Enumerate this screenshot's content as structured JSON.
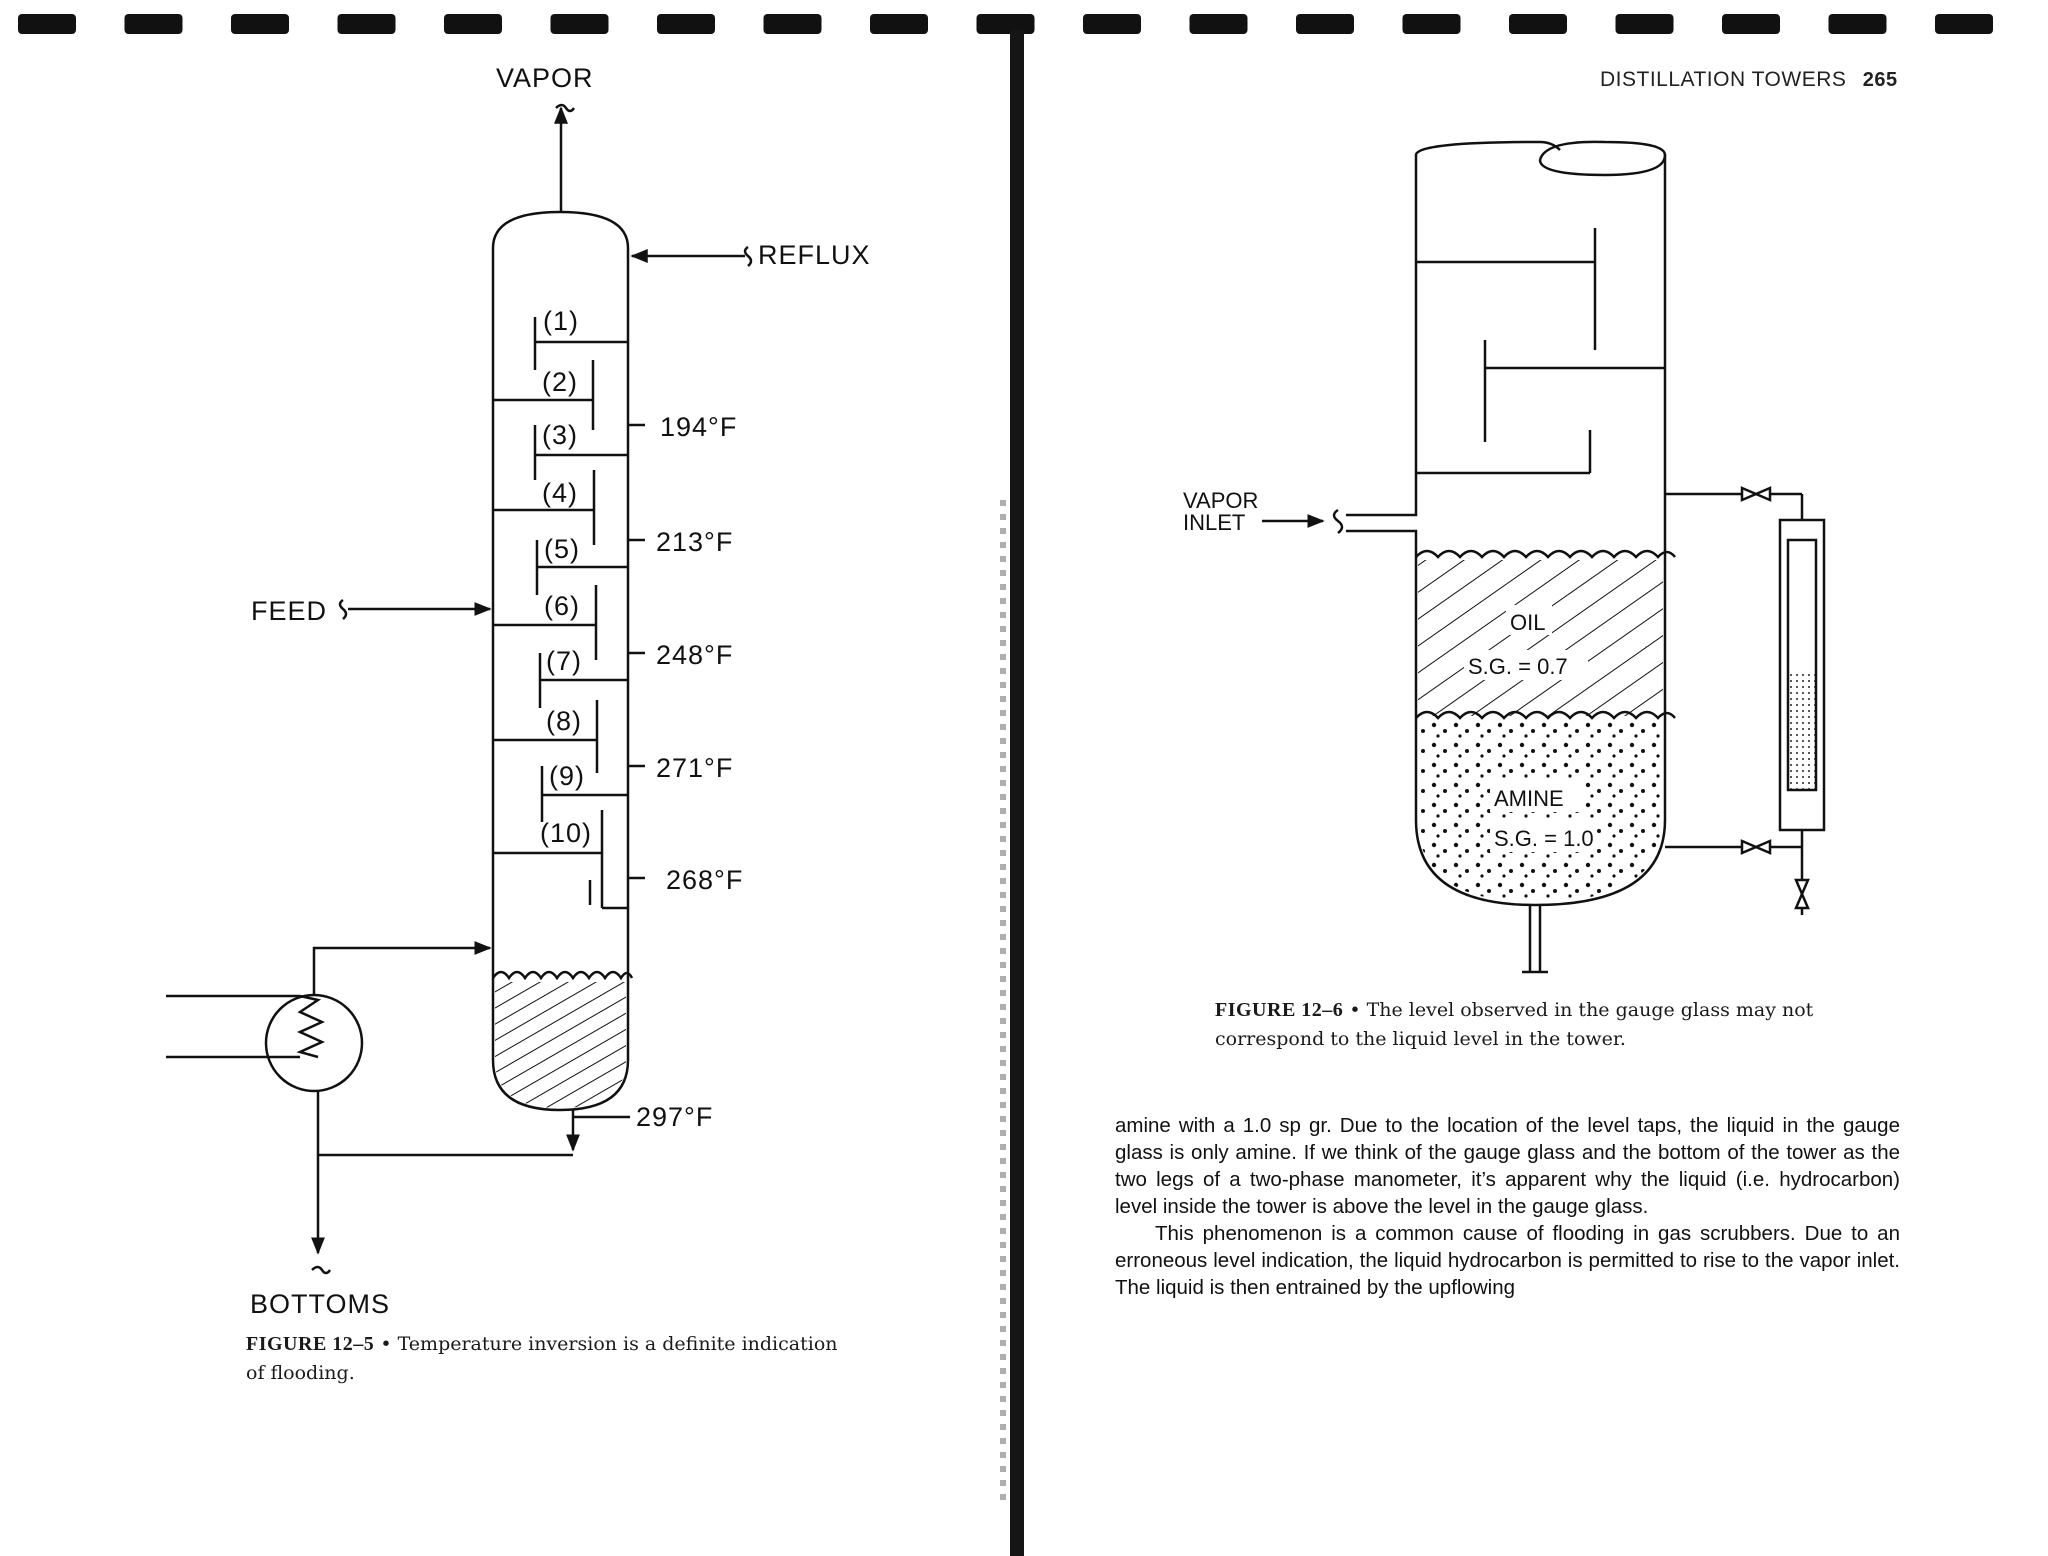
{
  "left_page": {
    "figure": {
      "labels": {
        "vapor": "VAPOR",
        "reflux": "REFLUX",
        "feed": "FEED",
        "bottoms": "BOTTOMS"
      },
      "trays": [
        "(1)",
        "(2)",
        "(3)",
        "(4)",
        "(5)",
        "(6)",
        "(7)",
        "(8)",
        "(9)",
        "(10)"
      ],
      "temperatures": [
        "194°F",
        "213°F",
        "248°F",
        "271°F",
        "268°F",
        "297°F"
      ]
    },
    "caption": {
      "number": "FIGURE 12–5",
      "separator": "•",
      "text": "Temperature inversion is a definite indication of flooding."
    }
  },
  "right_page": {
    "running_head": {
      "title": "DISTILLATION TOWERS",
      "page_number": "265"
    },
    "figure": {
      "labels": {
        "vapor_inlet_1": "VAPOR",
        "vapor_inlet_2": "INLET",
        "oil": "OIL",
        "oil_sg": "S.G. = 0.7",
        "amine": "AMINE",
        "amine_sg": "S.G. = 1.0"
      }
    },
    "caption": {
      "number": "FIGURE 12–6",
      "separator": "•",
      "text": "The level observed in the gauge glass may not correspond to the liquid level in the tower."
    },
    "body": {
      "paragraph_1": "amine with a 1.0 sp gr. Due to the location of the level taps, the liquid in the gauge glass is only amine. If we think of the gauge glass and the bottom of the tower as the two legs of a two-phase manometer, it’s apparent why the liquid (i.e. hydrocarbon) level inside the tower is above the level in the gauge glass.",
      "paragraph_2": "This phenomenon is a common cause of flooding in gas scrubbers. Due to an erroneous level indication, the liquid hydrocarbon is permitted to rise to the vapor inlet. The liquid is then entrained by the upflowing"
    }
  }
}
